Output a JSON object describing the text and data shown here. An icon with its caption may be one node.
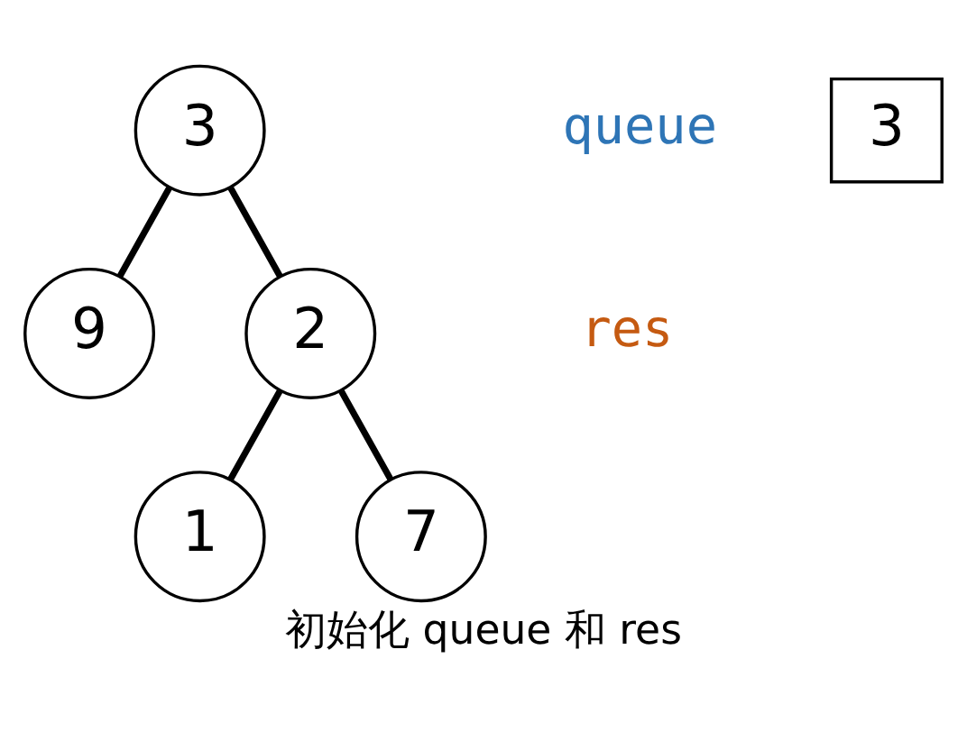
{
  "diagram": {
    "caption": "初始化 queue 和 res",
    "nodes": [
      {
        "text": [
          "3"
        ]
      },
      {
        "text": [
          "9"
        ]
      },
      {
        "text": [
          "2"
        ]
      },
      {
        "text": [
          "1"
        ]
      },
      {
        "text": [
          "7"
        ]
      },
      {
        "text": [
          "3"
        ],
        "beside": [
          "queue"
        ]
      }
    ],
    "edges": [
      {
        "from": 0,
        "to": 1,
        "arrow": "none"
      },
      {
        "from": 0,
        "to": 2,
        "arrow": "none"
      },
      {
        "from": 2,
        "to": 3,
        "arrow": "none"
      },
      {
        "from": 2,
        "to": 4,
        "arrow": "none"
      }
    ],
    "labels": [
      "res"
    ]
  }
}
